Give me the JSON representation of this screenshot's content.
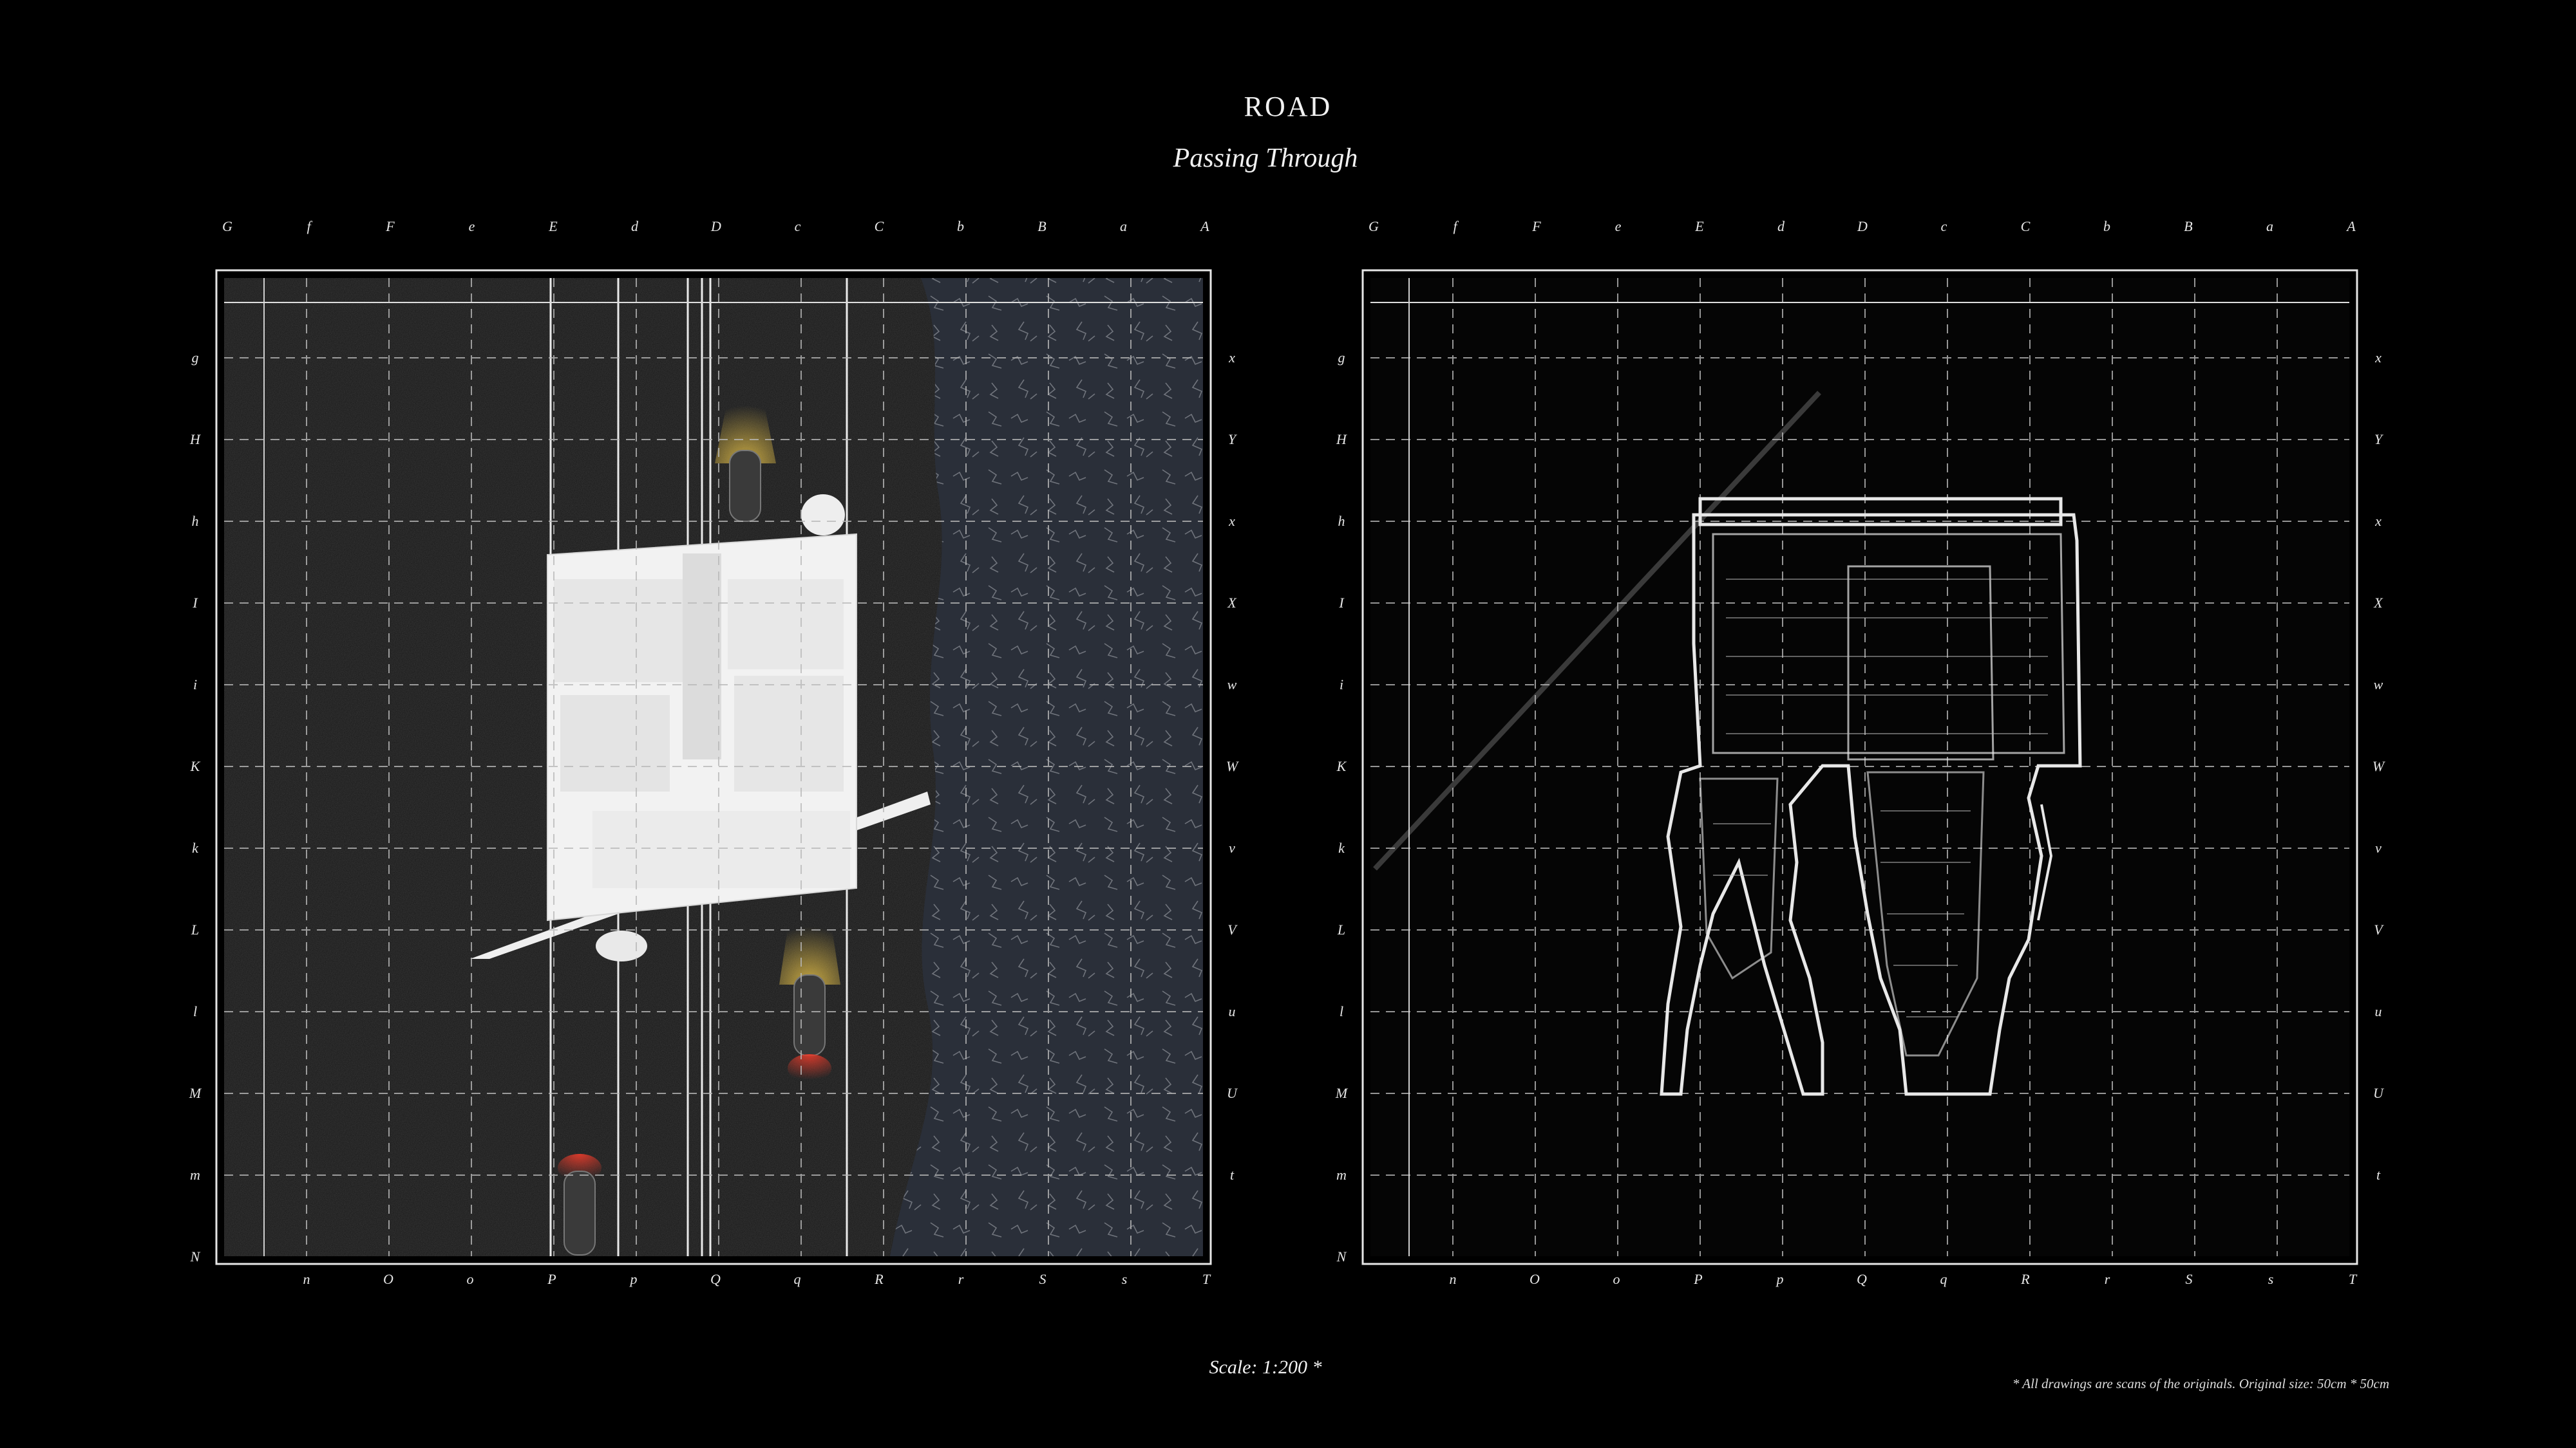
{
  "header": {
    "title": "ROAD",
    "subtitle": "Passing Through"
  },
  "footer": {
    "scale": "Scale: 1:200 *",
    "note": "* All drawings are scans of the originals. Original size: 50cm * 50cm"
  },
  "grid_labels": {
    "top": [
      "G",
      "f",
      "F",
      "e",
      "E",
      "d",
      "D",
      "c",
      "C",
      "b",
      "B",
      "a",
      "A"
    ],
    "bottom": [
      "n",
      "O",
      "o",
      "P",
      "p",
      "Q",
      "q",
      "R",
      "r",
      "S",
      "s",
      "T"
    ],
    "left": [
      "g",
      "H",
      "h",
      "I",
      "i",
      "K",
      "k",
      "L",
      "l",
      "M",
      "m",
      "N"
    ],
    "right": [
      "x",
      "Y",
      "x",
      "X",
      "w",
      "W",
      "v",
      "V",
      "u",
      "U",
      "t"
    ]
  },
  "drawings": {
    "left": {
      "name": "road-plan-drawing",
      "colors": {
        "asphalt": "#191919",
        "river": "#2a2f39",
        "building": "#f1f1f1",
        "headlight": "#e8c34a",
        "taillight": "#d83a2a"
      }
    },
    "right": {
      "name": "scan-outline-drawing",
      "colors": {
        "line": "#e8e8e8"
      }
    }
  }
}
